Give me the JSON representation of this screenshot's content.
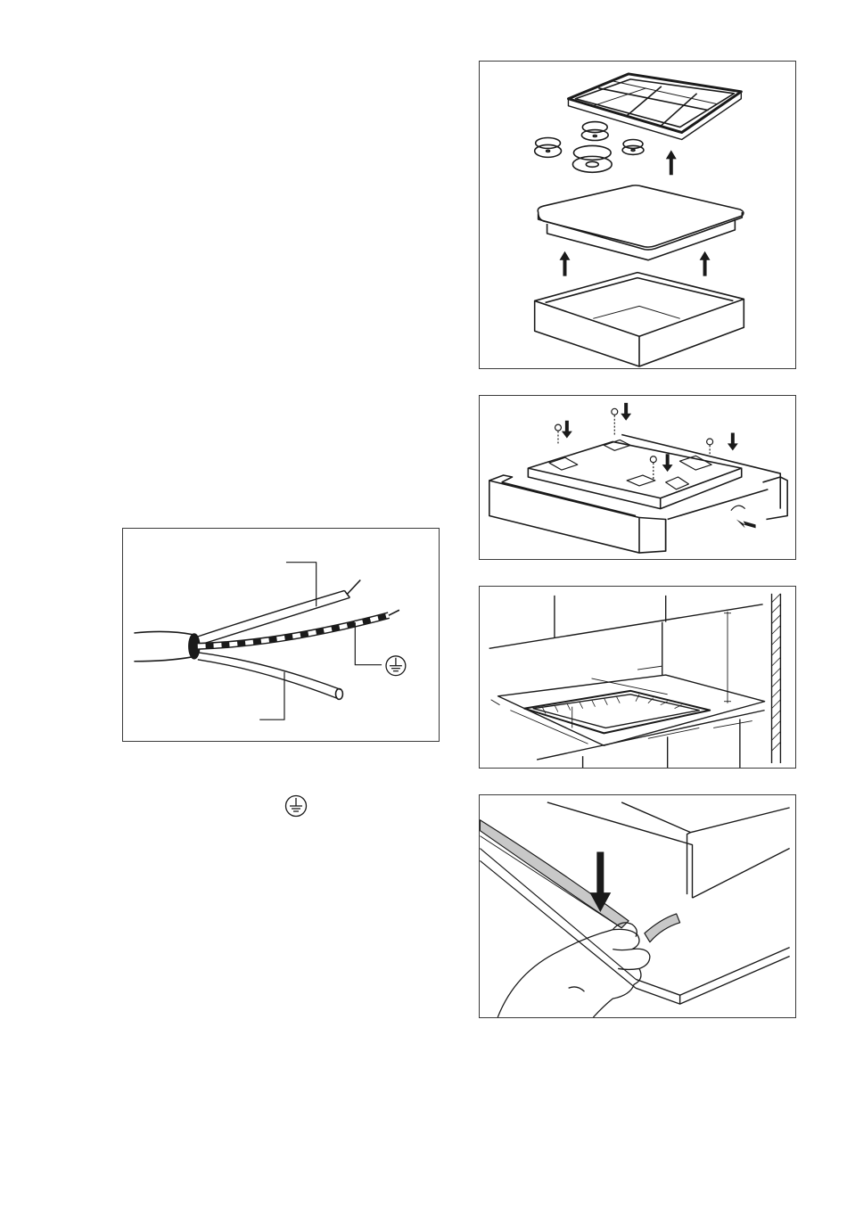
{
  "page": {
    "background": "#ffffff",
    "line_color": "#1a1a1a",
    "figures": [
      {
        "id": "hob-exploded",
        "icon": "hob-assembly-exploded-view"
      },
      {
        "id": "cable",
        "icon": "three-core-cable-with-earth-wire"
      },
      {
        "id": "fixing",
        "icon": "hob-fixing-brackets-and-screws"
      },
      {
        "id": "cutout",
        "icon": "worktop-cutout-dimensions"
      },
      {
        "id": "seal",
        "icon": "sealing-strip-application"
      }
    ],
    "inline_icon": "earth-ground-symbol"
  }
}
